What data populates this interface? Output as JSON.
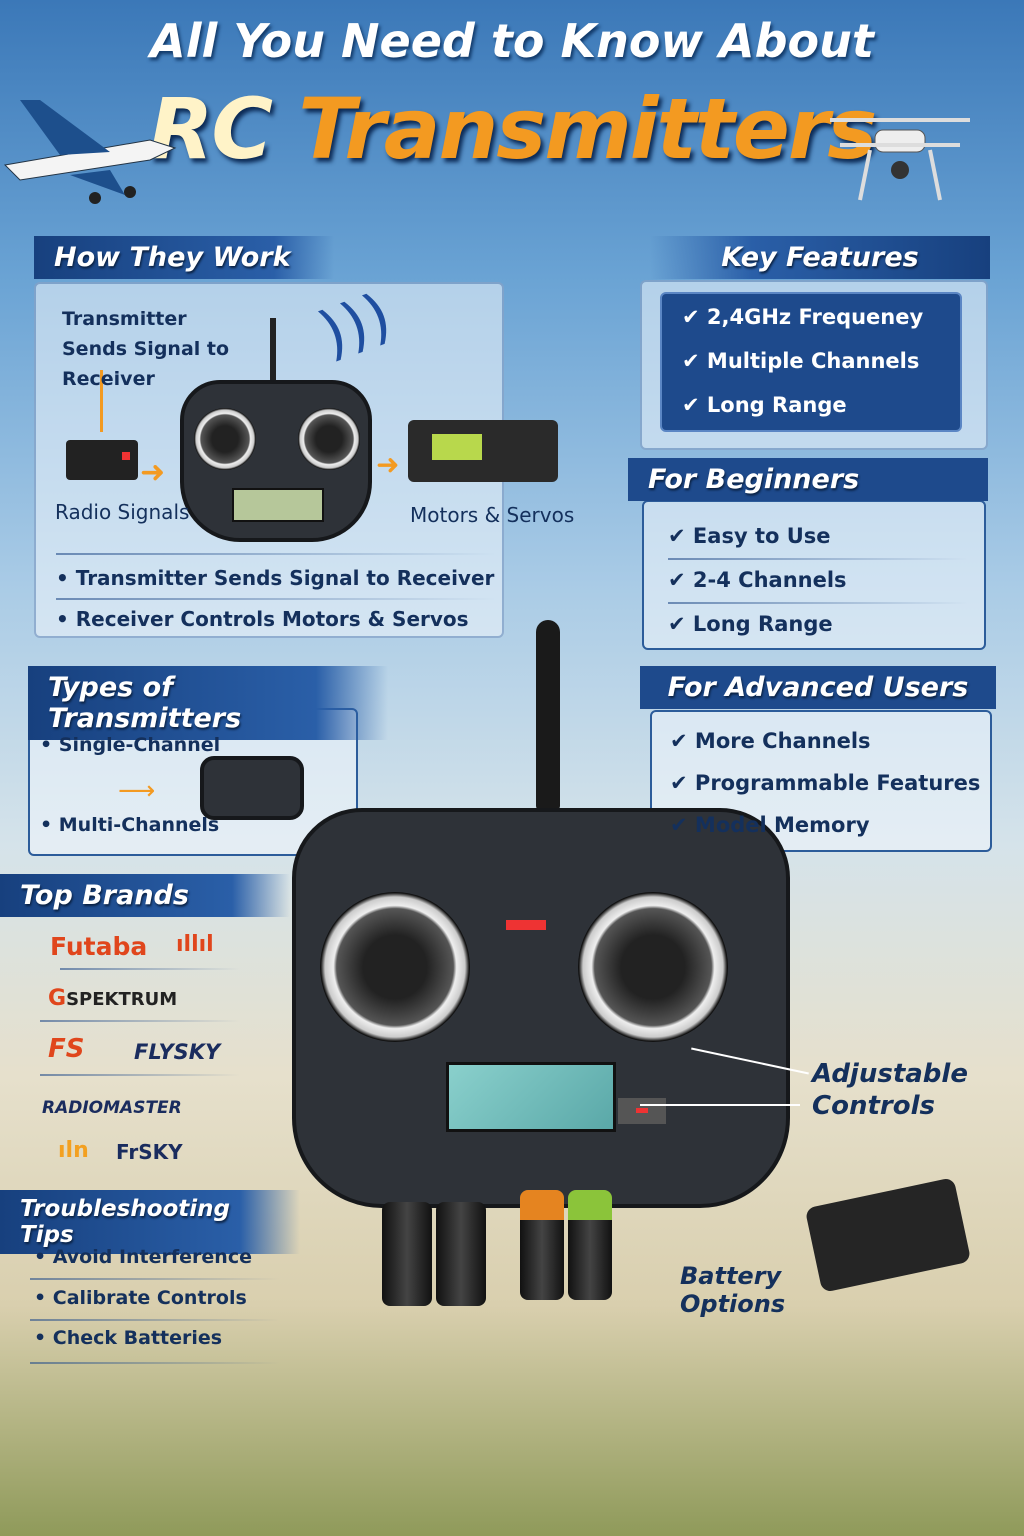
{
  "title": {
    "line1": "All You Need to Know About",
    "line2a": "RC",
    "line2b": "Transmitters"
  },
  "how_they_work": {
    "heading": "How They Work",
    "caption": "Transmitter Sends Signal to Receiver",
    "left_label": "Radio Signals",
    "right_label": "Motors & Servos",
    "bullets": [
      "Transmitter Sends Signal to Receiver",
      "Receiver Controls Motors & Servos"
    ]
  },
  "key_features": {
    "heading": "Key Features",
    "items": [
      "2,4GHz Frequeney",
      "Multiple Channels",
      "Long Range"
    ]
  },
  "beginners": {
    "heading": "For Beginners",
    "items": [
      "Easy to Use",
      "2-4 Channels",
      "Long Range"
    ]
  },
  "types": {
    "heading": "Types of Transmitters",
    "items": [
      "Single-Channel",
      "Multi-Channels"
    ]
  },
  "advanced": {
    "heading": "For Advanced Users",
    "items": [
      "More Channels",
      "Programmable Features",
      "Model Memory"
    ]
  },
  "brands": {
    "heading": "Top Brands",
    "items": [
      "Futaba",
      "SPEKTRUM",
      "FLYSKY",
      "RADIOMASTER",
      "FrSKY"
    ]
  },
  "troubleshooting": {
    "heading": "Troubleshooting Tips",
    "items": [
      "Avoid Interference",
      "Calibrate Controls",
      "Check Batteries"
    ]
  },
  "callouts": {
    "controls": "Adjustable Controls",
    "battery": "Battery Options"
  },
  "colors": {
    "header_blue": "#1e4a8c",
    "accent_orange": "#f39a21",
    "brand_red": "#e0461c"
  }
}
